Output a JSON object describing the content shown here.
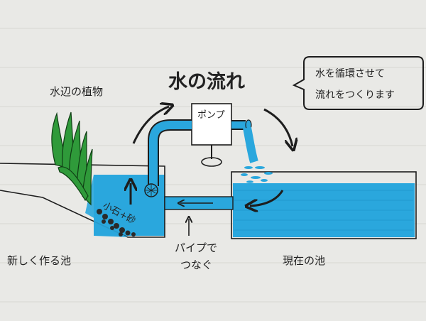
{
  "title": "水の流れ",
  "callout": {
    "line1": "水を循環させて",
    "line2": "流れをつくります"
  },
  "labels": {
    "plants": "水辺の植物",
    "pump": "ポンプ",
    "new_pond": "新しく作る池",
    "current_pond": "現在の池",
    "pipe_line1": "パイプで",
    "pipe_line2": "つなぐ",
    "rocks": "小石+砂"
  },
  "colors": {
    "water": "#2aa7dd",
    "water_dark": "#1b8fc6",
    "plant": "#2f9a3a",
    "ink": "#1d1d1d",
    "paper": "#e9e9e6"
  },
  "icons": [
    "curved-arrow-icon",
    "straight-arrow-icon",
    "pump-icon",
    "plant-icon",
    "rock-icon"
  ]
}
